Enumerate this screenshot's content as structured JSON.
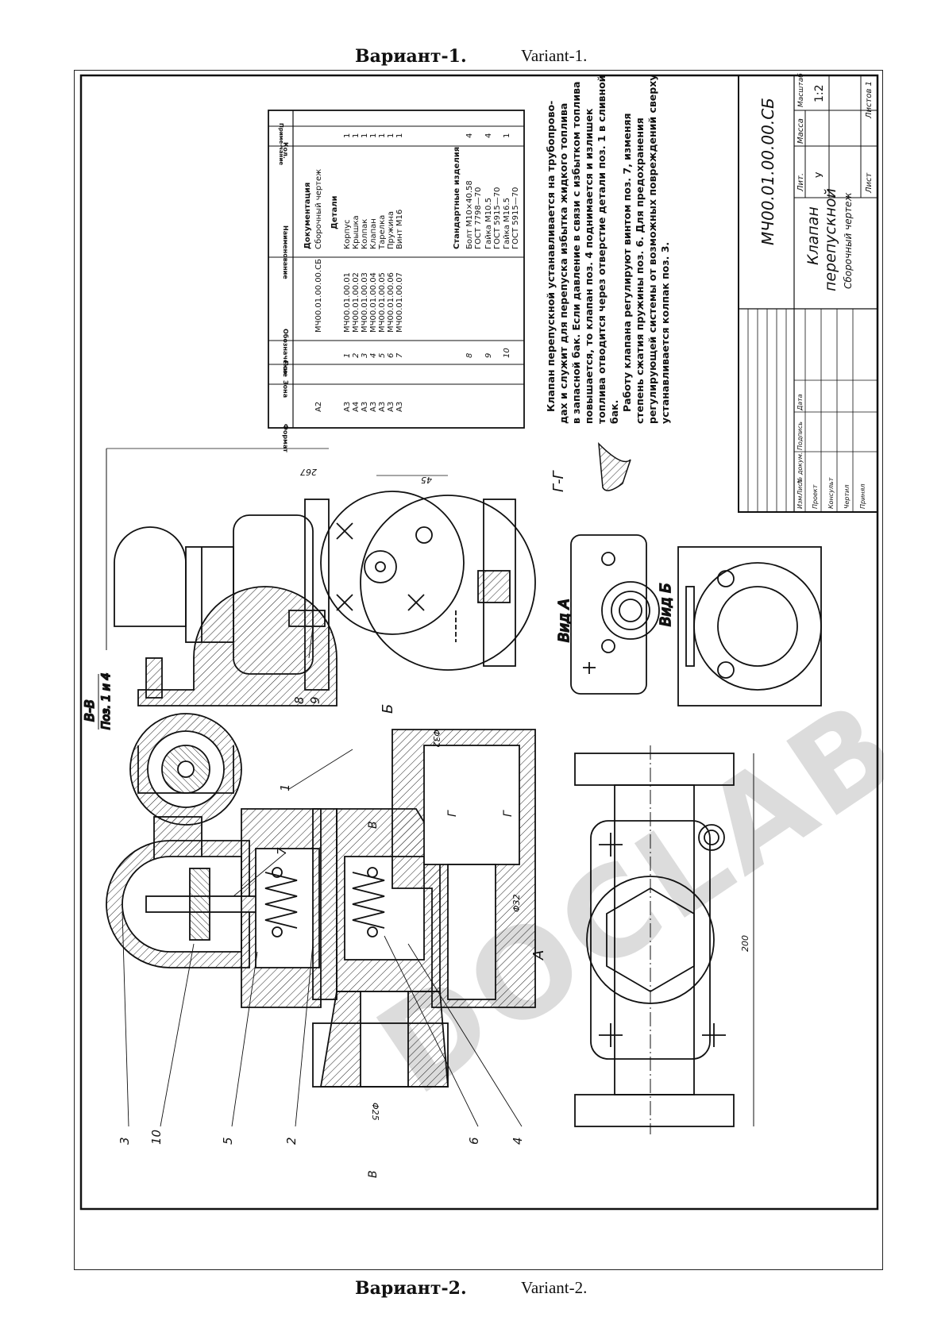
{
  "captions": {
    "top_ru": "Вариант-1.",
    "top_en": "Variant-1.",
    "bottom_ru": "Вариант-2.",
    "bottom_en": "Variant-2."
  },
  "watermark": "DOCLAB.UZ",
  "title_block": {
    "code": "МЧ00.01.00.00.СБ",
    "name_line1": "Клапан",
    "name_line2": "перепускной",
    "doc_type": "Сборочный чертеж",
    "lit_label": "Лит.",
    "mass_label": "Масса",
    "scale_label": "Масштаб",
    "lit_value": "У",
    "scale_value": "1:2",
    "sheet_label": "Лист",
    "sheets_label": "Листов 1",
    "rows": [
      "Изм.",
      "Лист",
      "№ докум.",
      "Подпись",
      "Дата"
    ],
    "roles": [
      "Проект",
      "Консульт",
      "Чертил",
      "Принял"
    ]
  },
  "spec_table": {
    "headers": [
      "Формат",
      "Зона",
      "Поз.",
      "Обозначение",
      "Наименование",
      "Кол.",
      "Приме-чание"
    ],
    "doc_section": "Документация",
    "doc_row": {
      "format": "А2",
      "designation": "МЧ00.01.00.00.СБ",
      "name": "Сборочный чертеж"
    },
    "parts_section": "Детали",
    "parts": [
      {
        "format": "А3",
        "pos": "1",
        "designation": "МЧ00.01.00.01",
        "name": "Корпус",
        "qty": "1"
      },
      {
        "format": "А4",
        "pos": "2",
        "designation": "МЧ00.01.00.02",
        "name": "Крышка",
        "qty": "1"
      },
      {
        "format": "А3",
        "pos": "3",
        "designation": "МЧ00.01.00.03",
        "name": "Колпак",
        "qty": "1"
      },
      {
        "format": "А3",
        "pos": "4",
        "designation": "МЧ00.01.00.04",
        "name": "Клапан",
        "qty": "1"
      },
      {
        "format": "А3",
        "pos": "5",
        "designation": "МЧ00.01.00.05",
        "name": "Тарелка",
        "qty": "1"
      },
      {
        "format": "А3",
        "pos": "6",
        "designation": "МЧ00.01.00.06",
        "name": "Пружина",
        "qty": "1"
      },
      {
        "format": "А3",
        "pos": "7",
        "designation": "МЧ00.01.00.07",
        "name": "Винт М16",
        "qty": "1"
      }
    ],
    "std_section": "Стандартные изделия",
    "std_items": [
      {
        "pos": "8",
        "name": "Болт М10×40.58",
        "name2": "ГОСТ 7798—70",
        "qty": "4"
      },
      {
        "pos": "9",
        "name": "Гайка М10.5",
        "name2": "ГОСТ 5915—70",
        "qty": "4"
      },
      {
        "pos": "10",
        "name": "Гайка М16.5",
        "name2": "ГОСТ 5915—70",
        "qty": "1"
      }
    ]
  },
  "description": [
    "Клапан перепускной устанавливается на трубопрово-",
    "дах и служит для перепуска избытка жидкого топлива",
    "в запасной бак. Если давление в связи с избытком топлива",
    "повышается, то клапан поз. 4 поднимается и излишек",
    "топлива отводится через отверстие детали поз. 1 в сливной",
    "бак.",
    "Работу клапана регулируют винтом поз. 7, изменяя",
    "степень сжатия пружины поз. 6. Для предохранения",
    "регулирующей системы от возможных повреждений сверху",
    "устанавливается колпак поз. 3."
  ],
  "views": {
    "section_bb": "В-В",
    "section_bb_sub": "Поз. 1 и 4",
    "view_a": "Вид А",
    "view_b": "Вид Б",
    "section_gg": "Г-Г",
    "arrow_b": "Б",
    "arrow_a": "А",
    "cut_v": "В",
    "cut_g": "Г"
  },
  "dimensions": {
    "d267": "267",
    "d45": "45",
    "d200": "200",
    "phi32a": "Φ32",
    "phi32b": "Φ32",
    "phi25": "Φ25"
  },
  "leaders": [
    "1",
    "2",
    "3",
    "4",
    "5",
    "6",
    "7",
    "8",
    "9",
    "10"
  ]
}
